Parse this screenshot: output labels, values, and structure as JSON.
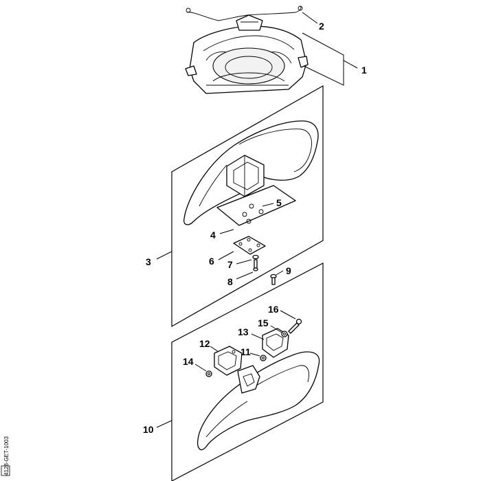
{
  "callouts": [
    {
      "id": "1",
      "label": "1"
    },
    {
      "id": "2",
      "label": "2"
    },
    {
      "id": "3",
      "label": "3"
    },
    {
      "id": "4",
      "label": "4"
    },
    {
      "id": "5",
      "label": "5"
    },
    {
      "id": "6",
      "label": "6"
    },
    {
      "id": "7",
      "label": "7"
    },
    {
      "id": "8",
      "label": "8"
    },
    {
      "id": "9",
      "label": "9"
    },
    {
      "id": "10",
      "label": "10"
    },
    {
      "id": "11",
      "label": "11"
    },
    {
      "id": "12",
      "label": "12"
    },
    {
      "id": "13",
      "label": "13"
    },
    {
      "id": "14",
      "label": "14"
    },
    {
      "id": "15",
      "label": "15"
    },
    {
      "id": "16",
      "label": "16"
    }
  ],
  "drawing_code": "4128-GET-1003"
}
